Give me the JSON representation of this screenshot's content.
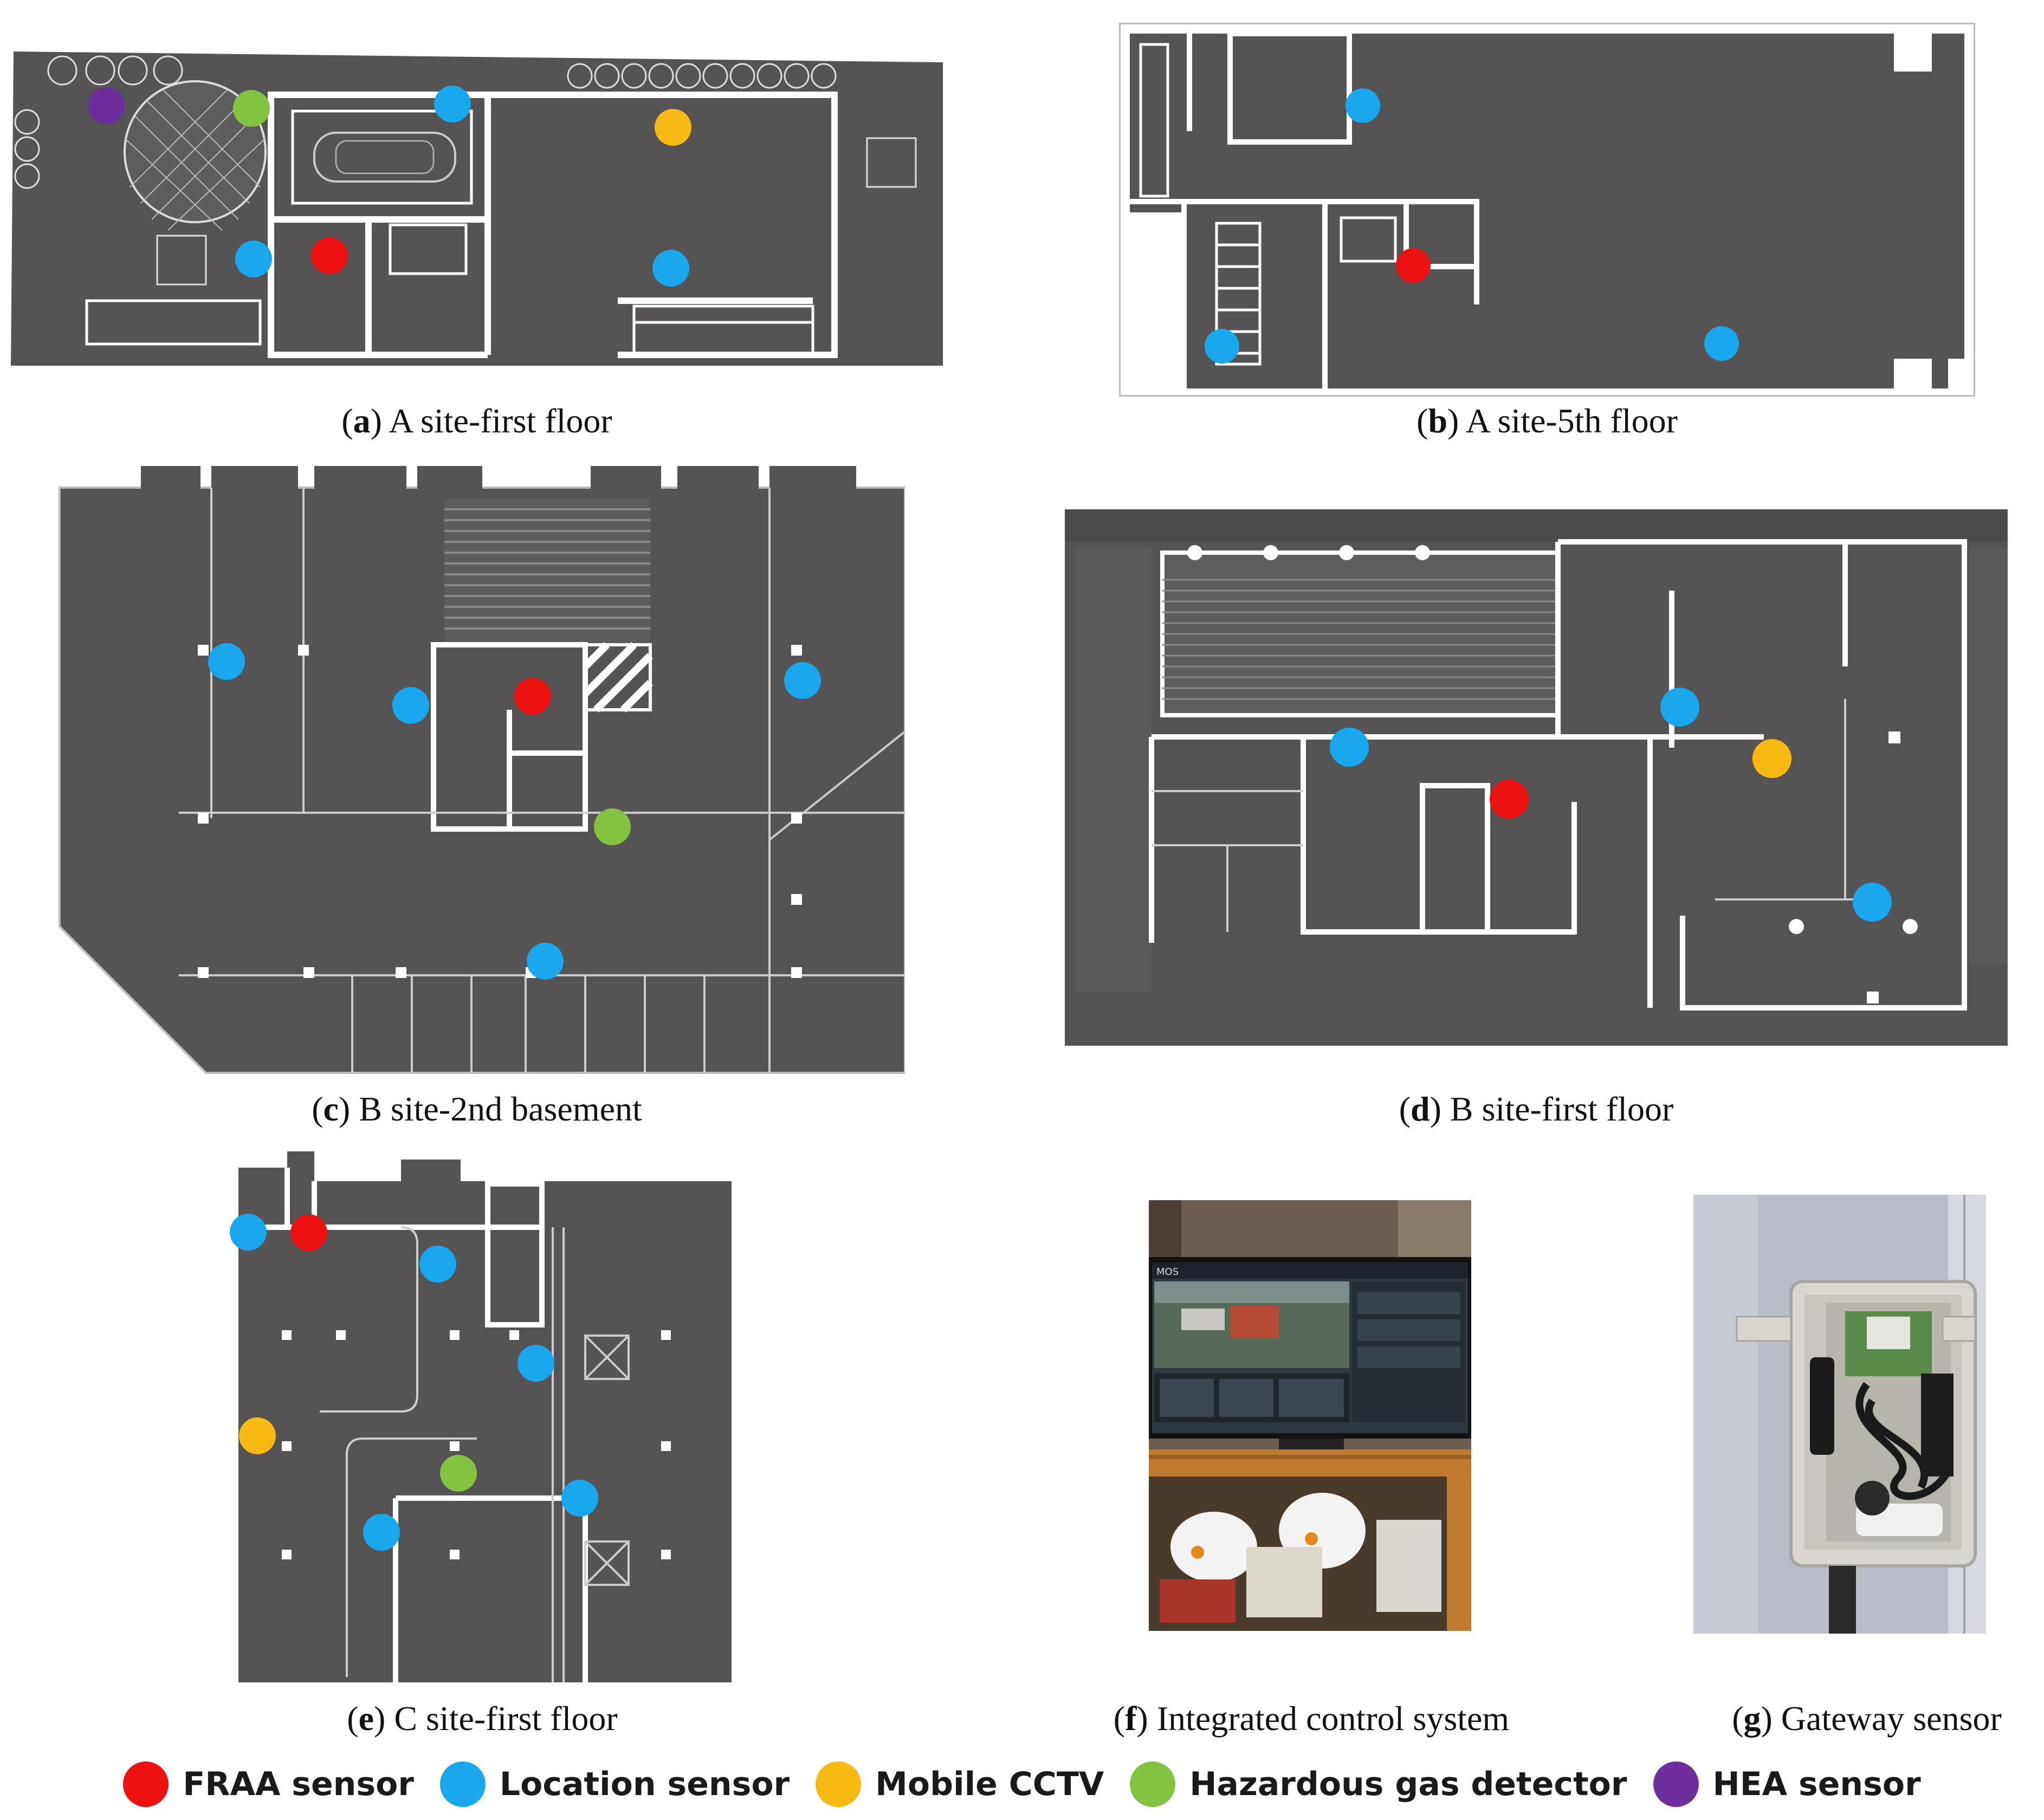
{
  "captions": {
    "a": {
      "letter": "a",
      "text": "A site-first floor"
    },
    "b": {
      "letter": "b",
      "text": "A site-5th floor"
    },
    "c": {
      "letter": "c",
      "text": "B site-2nd basement"
    },
    "d": {
      "letter": "d",
      "text": "B site-first floor"
    },
    "e": {
      "letter": "e",
      "text": "C site-first floor"
    },
    "f": {
      "letter": "f",
      "text": "Integrated control system"
    },
    "g": {
      "letter": "g",
      "text": "Gateway sensor"
    }
  },
  "legend": [
    {
      "label": "FRAA sensor",
      "color": "#ee1111"
    },
    {
      "label": "Location sensor",
      "color": "#19a8ee"
    },
    {
      "label": "Mobile CCTV",
      "color": "#f8b912"
    },
    {
      "label": "Hazardous gas detector",
      "color": "#84c341"
    },
    {
      "label": "HEA sensor",
      "color": "#6e2f9e"
    }
  ],
  "colors": {
    "floor": "#555353",
    "wall": "#ffffff",
    "fraa": "#ee1111",
    "location": "#19a8ee",
    "cctv": "#f8b912",
    "gas": "#84c341",
    "hea": "#6e2f9e"
  },
  "photo_f": {
    "screen_header": "MOS",
    "icons": [
      "monitor-icon",
      "helmet-icon"
    ]
  }
}
